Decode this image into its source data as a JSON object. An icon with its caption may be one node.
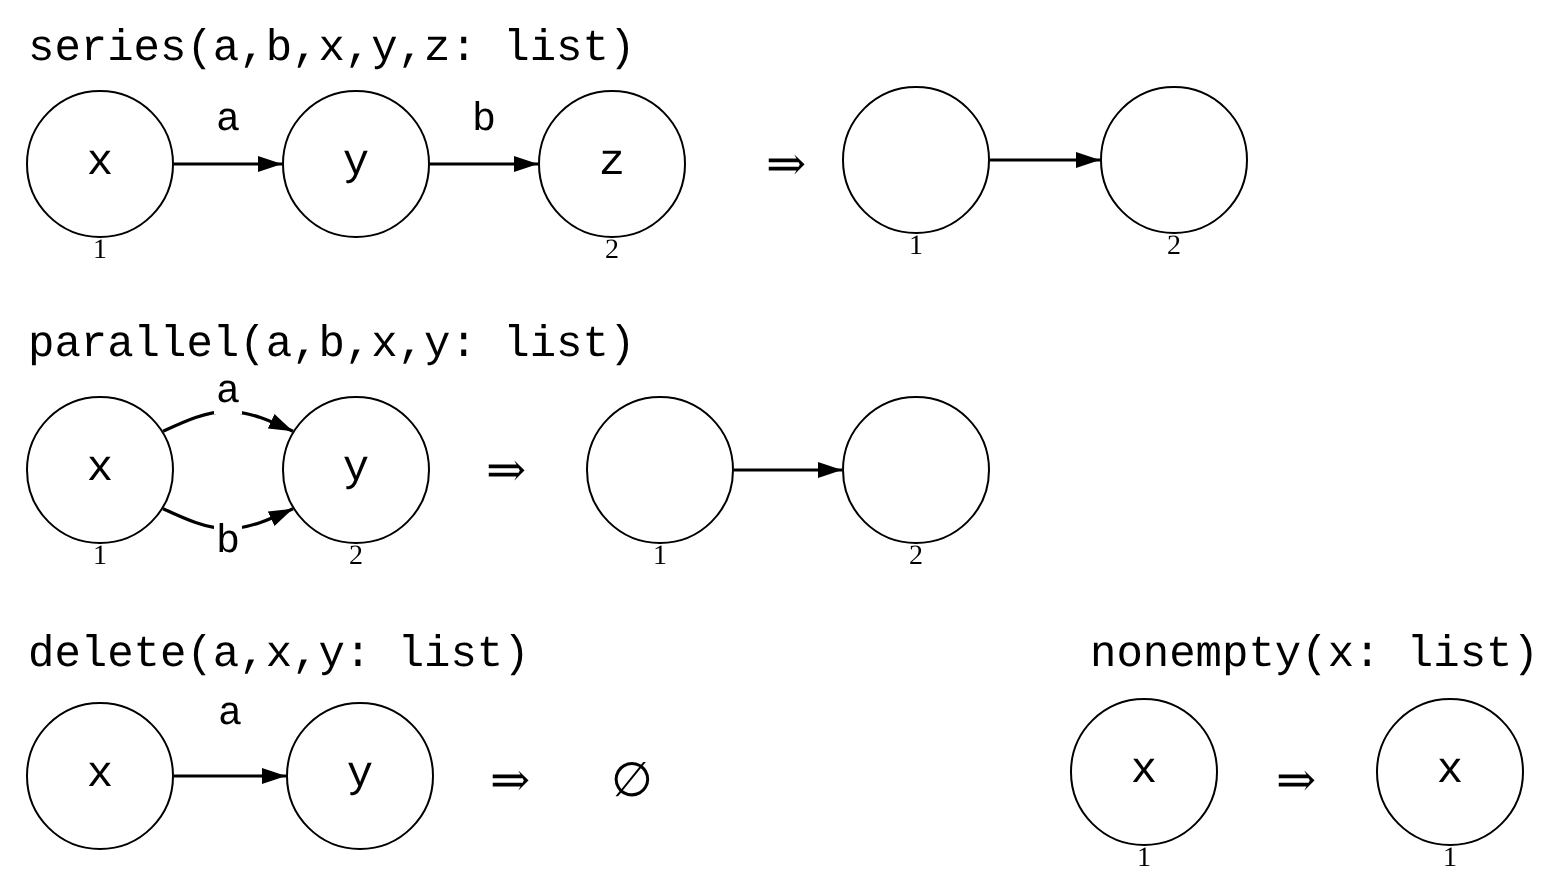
{
  "diagram": {
    "nodes": [
      {
        "text": [
          "x"
        ],
        "beside": [
          "1"
        ]
      },
      {
        "text": [
          "y"
        ]
      },
      {
        "text": [
          "z"
        ],
        "beside": [
          "2"
        ]
      },
      {
        "text": [],
        "shape": "circle",
        "beside": [
          "1"
        ]
      },
      {
        "text": [],
        "shape": "circle",
        "beside": [
          "2"
        ]
      },
      {
        "text": [
          "x"
        ],
        "beside": [
          "1"
        ]
      },
      {
        "text": [
          "y"
        ],
        "beside": [
          "2"
        ]
      },
      {
        "text": [],
        "shape": "circle",
        "beside": [
          "1"
        ]
      },
      {
        "text": [],
        "shape": "circle",
        "beside": [
          "2"
        ]
      },
      {
        "text": [
          "x"
        ]
      },
      {
        "text": [
          "y"
        ]
      },
      {
        "text": [
          "x"
        ],
        "beside": [
          "1"
        ]
      },
      {
        "text": [
          "x"
        ],
        "beside": [
          "1"
        ]
      }
    ],
    "edges": [
      {
        "from": 0,
        "to": 1,
        "arrow": "to",
        "label": "a"
      },
      {
        "from": 1,
        "to": 2,
        "arrow": "to",
        "label": "b"
      },
      {
        "from": 3,
        "to": 4,
        "arrow": "to"
      },
      {
        "from": 5,
        "to": 6,
        "arrow": "to",
        "label": "a"
      },
      {
        "from": 5,
        "to": 6,
        "arrow": "to",
        "label": "b"
      },
      {
        "from": 7,
        "to": 8,
        "arrow": "to"
      },
      {
        "from": 9,
        "to": 10,
        "arrow": "to",
        "label": "a"
      }
    ],
    "labels": [
      "series(a,b,x,y,z: list)",
      "⇒",
      "parallel(a,b,x,y: list)",
      "⇒",
      "delete(a,x,y: list)",
      "nonempty(x: list)",
      "⇒",
      "∅",
      "⇒"
    ]
  }
}
